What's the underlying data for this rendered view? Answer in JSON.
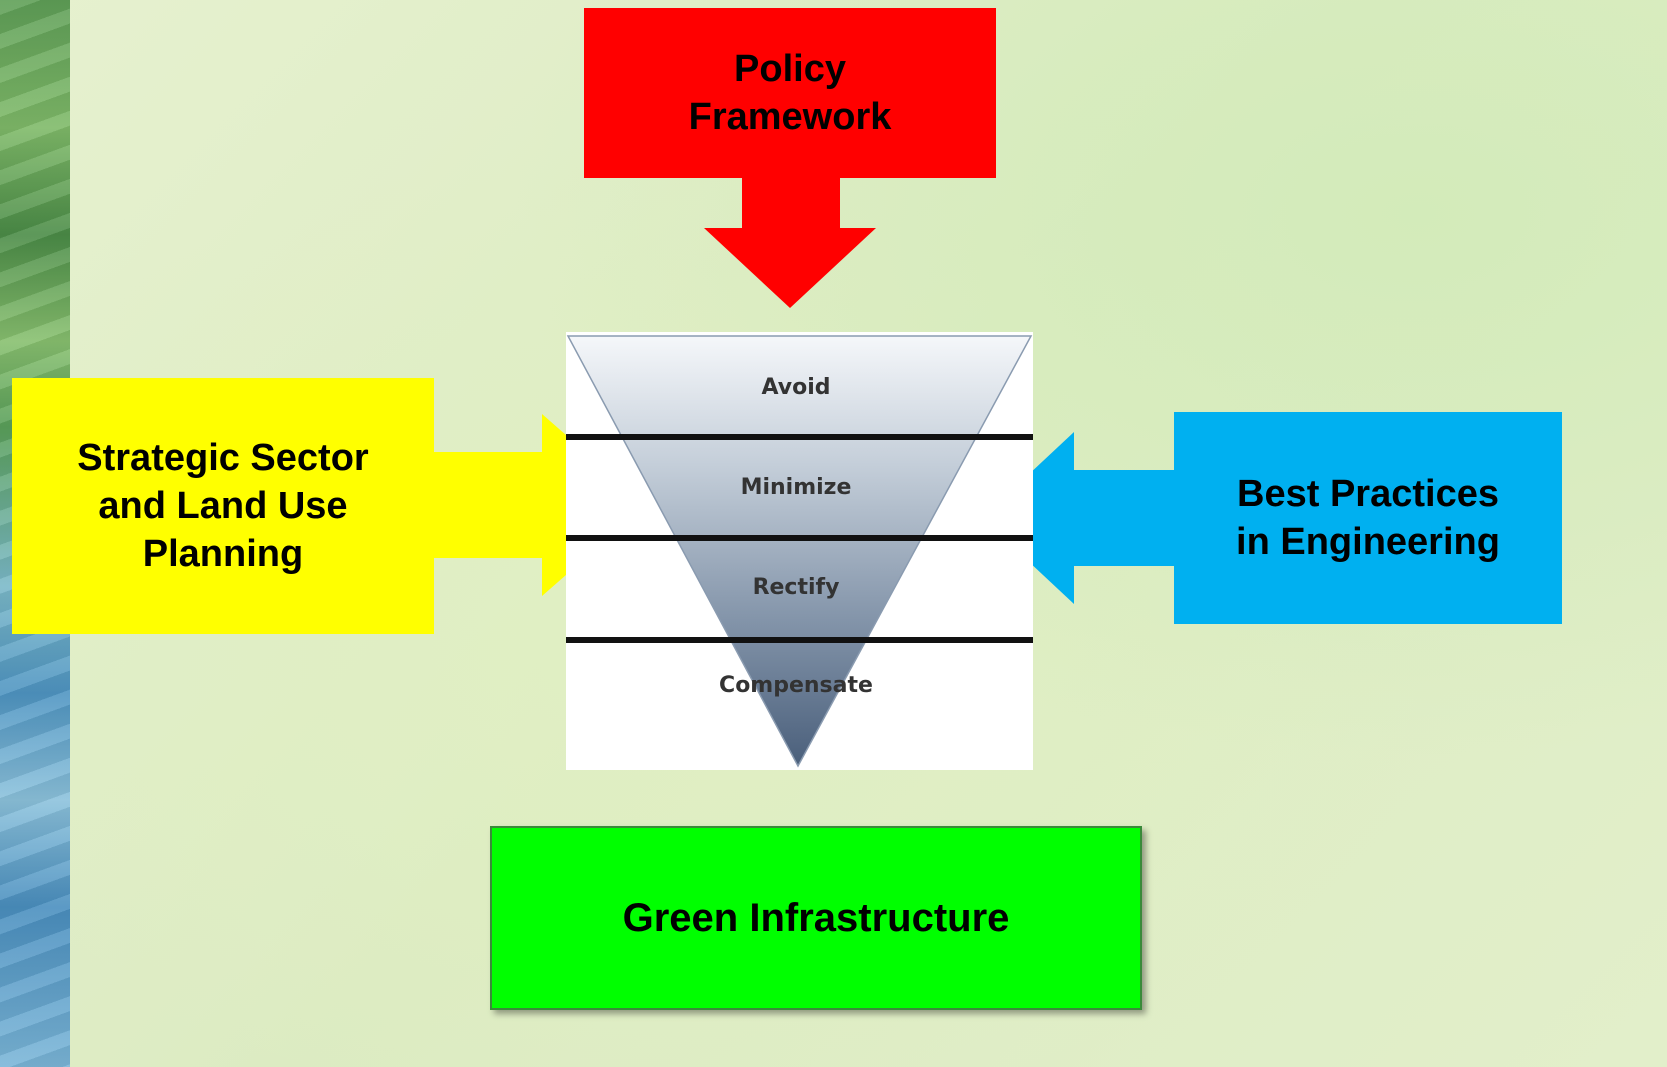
{
  "policy_framework": {
    "line1": "Policy",
    "line2": "Framework",
    "color": "#ff0000"
  },
  "strategic_planning": {
    "line1": "Strategic Sector",
    "line2": "and Land Use",
    "line3": "Planning",
    "color": "#ffff00"
  },
  "best_practices": {
    "line1": "Best Practices",
    "line2": "in Engineering",
    "color": "#00b0f0"
  },
  "mitigation_hierarchy": {
    "tiers": [
      "Avoid",
      "Minimize",
      "Rectify",
      "Compensate"
    ]
  },
  "green_infrastructure": {
    "label": "Green Infrastructure",
    "color": "#00ff00"
  }
}
